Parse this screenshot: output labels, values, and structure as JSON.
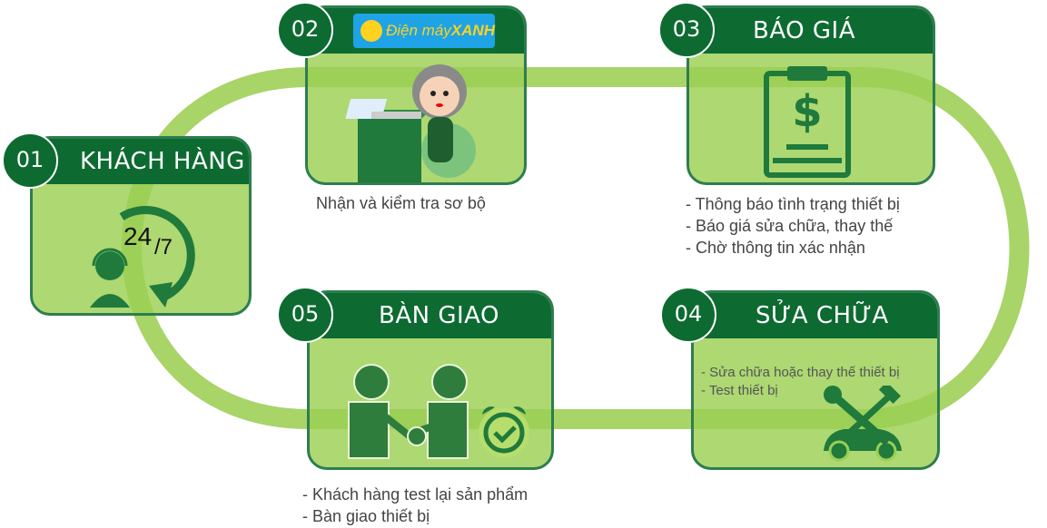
{
  "colors": {
    "dark_green": "#0d6b32",
    "card_green": "#9bcf53",
    "loop_green": "#a8d468",
    "text_gray": "#444444",
    "logo_blue": "#1ea3e6",
    "logo_yellow": "#ffd21f"
  },
  "steps": [
    {
      "number": "01",
      "title": "KHÁCH HÀNG",
      "icon": "support-24-7-icon",
      "icon_text": {
        "big": "24",
        "small": "/7"
      },
      "description": []
    },
    {
      "number": "02",
      "title": "",
      "logo": {
        "brand_a": "Điện máy",
        "brand_b": "XANH"
      },
      "icon": "operator-at-desk-icon",
      "description": [
        "Nhận và kiểm tra sơ bộ"
      ]
    },
    {
      "number": "03",
      "title": "BÁO GIÁ",
      "icon": "price-clipboard-icon",
      "description": [
        "- Thông báo tình trạng thiết bị",
        "- Báo giá sửa chữa, thay thế",
        "- Chờ thông tin xác nhận"
      ]
    },
    {
      "number": "04",
      "title": "SỬA CHỮA",
      "icon": "repair-tools-car-icon",
      "description": [
        "- Sửa chữa hoặc thay thế thiết bị",
        "- Test thiết bị"
      ]
    },
    {
      "number": "05",
      "title": "BÀN GIAO",
      "icon": "handshake-alarm-icon",
      "description": [
        "- Khách hàng test lại sản phẩm",
        "- Bàn giao thiết bị"
      ]
    }
  ]
}
